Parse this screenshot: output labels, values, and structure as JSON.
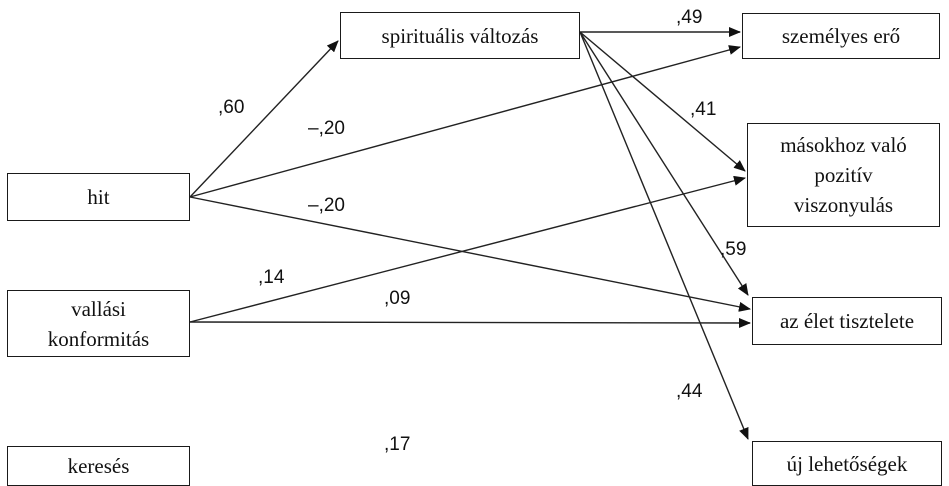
{
  "nodes": {
    "hit": "hit",
    "vallasi": "vallási\nkonformitás",
    "kereses": "keresés",
    "spiritualis": "spirituális változás",
    "szemelyes": "személyes erő",
    "masokhoz": "másokhoz való\npozitív\nviszonyulás",
    "elet": "az élet tisztelete",
    "uj": "új lehetőségek"
  },
  "coefficients": {
    "hit_spiritualis": ",60",
    "hit_szemelyes": "–,20",
    "hit_elet": "–,20",
    "vallasi_masokhoz": ",14",
    "vallasi_elet": ",09",
    "kereses_uj": ",17",
    "spiritualis_szemelyes": ",49",
    "spiritualis_masokhoz": ",41",
    "spiritualis_elet": ",59",
    "spiritualis_uj": ",44"
  }
}
